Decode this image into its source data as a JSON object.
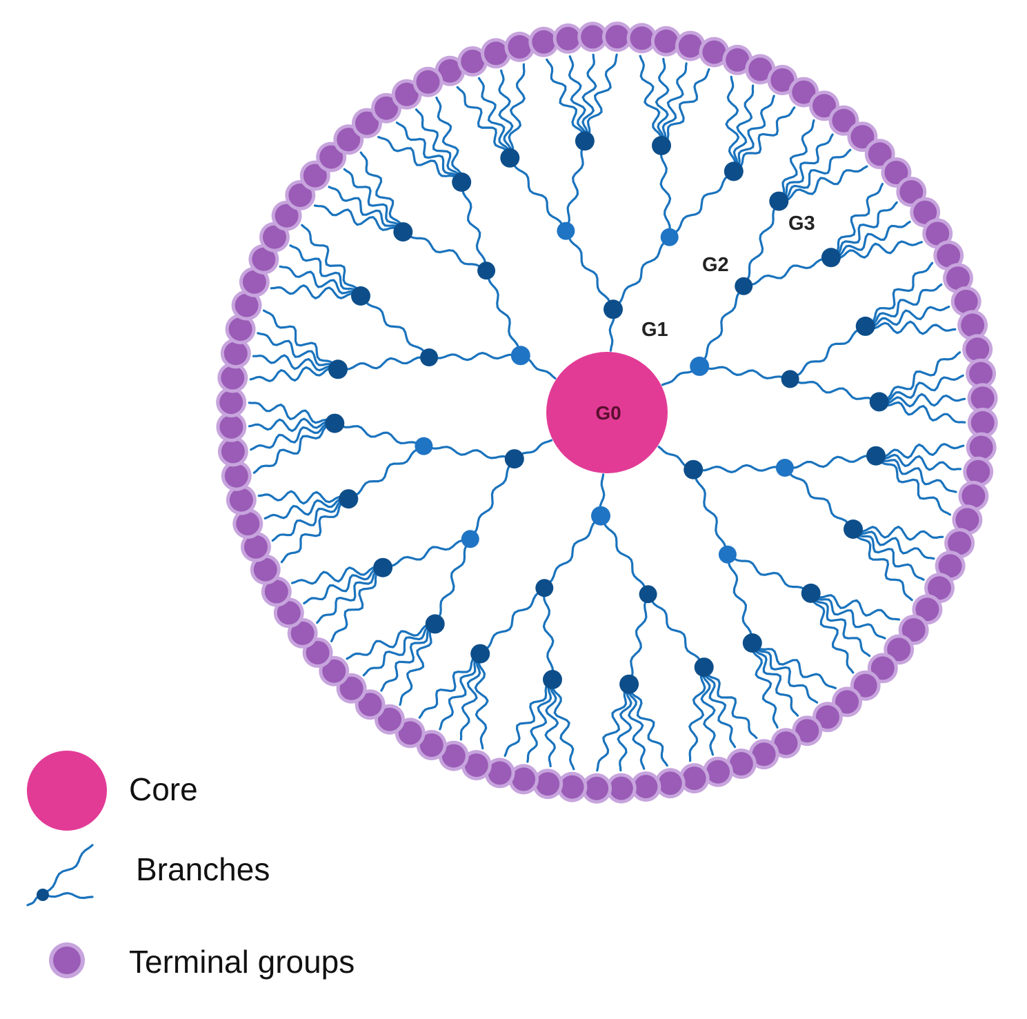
{
  "colors": {
    "core": "#e23b96",
    "branch": "#1a73bd",
    "node_light": "#1f74c4",
    "node_dark": "#0d4e8a",
    "terminal_fill": "#9a5cb6",
    "terminal_halo": "#c7a4dd",
    "background": "#ffffff"
  },
  "diagram": {
    "core_label": "G0",
    "generation_labels": [
      "G1",
      "G2",
      "G3"
    ],
    "arms": 6,
    "terminal_groups_per_arm": 16
  },
  "legend": {
    "core": "Core",
    "branches": "Branches",
    "terminal_groups": "Terminal groups"
  }
}
